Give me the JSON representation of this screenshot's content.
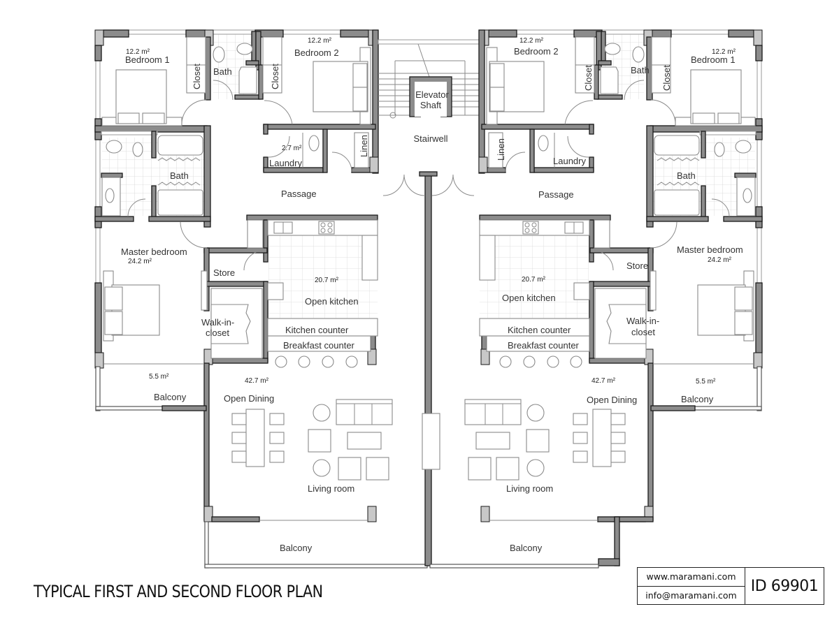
{
  "plan": {
    "title": "TYPICAL FIRST AND SECOND FLOOR PLAN",
    "id_label": "ID 69901",
    "website": "www.maramani.com",
    "email": "info@maramani.com",
    "colors": {
      "wall": "#8c8c8c",
      "wall_outline": "#1a1a1a",
      "line": "#8a8a8a",
      "tile": "#dcdcdc",
      "text": "#333333"
    }
  },
  "shared": {
    "stairwell": "Stairwell",
    "elevator_line1": "Elevator",
    "elevator_line2": "Shaft"
  },
  "left_unit": {
    "bedroom1": {
      "label": "Bedroom 1",
      "area": "12.2 m²"
    },
    "bedroom2": {
      "label": "Bedroom 2",
      "area": "12.2 m²"
    },
    "closet_a": "Closet",
    "closet_b": "Closet",
    "bath_top": "Bath",
    "bath_side": "Bath",
    "laundry": {
      "label": "Laundry",
      "area": "2.7 m²"
    },
    "linen": "Linen",
    "passage": "Passage",
    "master_bedroom": {
      "label": "Master bedroom",
      "area": "24.2 m²"
    },
    "store": "Store",
    "kitchen": {
      "label": "Open kitchen",
      "area": "20.7 m²"
    },
    "walkin_line1": "Walk-in-",
    "walkin_line2": "closet",
    "kitchen_counter": "Kitchen counter",
    "breakfast_counter": "Breakfast counter",
    "side_balcony": {
      "label": "Balcony",
      "area": "5.5 m²"
    },
    "dining": {
      "label": "Open Dining",
      "area": "42.7 m²"
    },
    "living": "Living room",
    "front_balcony": "Balcony"
  },
  "right_unit": {
    "bedroom1": {
      "label": "Bedroom 1",
      "area": "12.2 m²"
    },
    "bedroom2": {
      "label": "Bedroom 2",
      "area": "12.2 m²"
    },
    "closet_a": "Closet",
    "closet_b": "Closet",
    "bath_top": "Bath",
    "bath_side": "Bath",
    "laundry": {
      "label": "Laundry"
    },
    "linen": "Linen",
    "passage": "Passage",
    "master_bedroom": {
      "label": "Master bedroom",
      "area": "24.2 m²"
    },
    "store": "Store",
    "kitchen": {
      "label": "Open kitchen",
      "area": "20.7 m²"
    },
    "walkin_line1": "Walk-in-",
    "walkin_line2": "closet",
    "kitchen_counter": "Kitchen counter",
    "breakfast_counter": "Breakfast counter",
    "side_balcony": {
      "label": "Balcony",
      "area": "5.5 m²"
    },
    "dining": {
      "label": "Open Dining",
      "area": "42.7 m²"
    },
    "living": "Living room",
    "front_balcony": "Balcony"
  }
}
